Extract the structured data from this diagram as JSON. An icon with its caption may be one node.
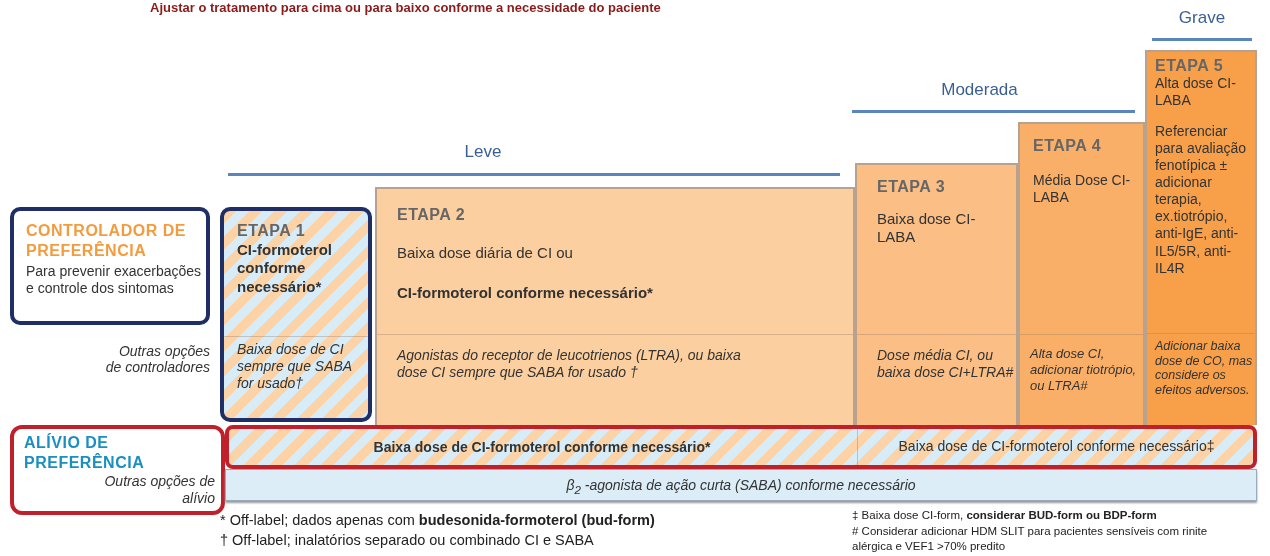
{
  "diagram": {
    "title": "Ajustar o tratamento para cima ou para baixo conforme a necessidade do paciente",
    "nodes": [
      {
        "text": [
          "CONTROLADOR DE PREFERÊNCIA",
          "Para prevenir exacerbações e controle dos sintomas"
        ]
      },
      {
        "text": [
          "ETAPA 1",
          "CI-formoterol conforme necessário*",
          "Baixa dose de CI sempre que SABA for usado†"
        ]
      },
      {
        "text": [
          "ETAPA 2",
          "Baixa dose diária de CI ou",
          "CI-formoterol conforme necessário*",
          "Agonistas do receptor de leucotrienos (LTRA), ou baixa dose CI sempre que SABA for usado †"
        ]
      },
      {
        "text": [
          "ETAPA 3",
          "Baixa dose CI-LABA",
          "Dose média CI, ou baixa dose CI+LTRA#"
        ]
      },
      {
        "text": [
          "ETAPA 4",
          "Média Dose CI-LABA",
          "Alta dose CI, adicionar tiotrópio, ou LTRA#"
        ]
      },
      {
        "text": [
          "ETAPA 5",
          "Alta dose CI-LABA",
          "Referenciar para avaliação fenotípica ± adicionar terapia, ex.tiotrópio, anti-IgE, anti-IL5/5R, anti-IL4R",
          "Adicionar baixa dose de CO, mas considere os efeitos adversos."
        ]
      },
      {
        "text": [
          "ALÍVIO DE PREFERÊNCIA",
          "Outras opções de alívio"
        ]
      },
      {
        "text": [
          "Baixa dose de CI-formoterol conforme necessário*",
          "Baixa dose de CI-formoterol conforme necessário‡"
        ]
      },
      {
        "text": [
          "β$_{2}$ -agonista de ação curta (SABA) conforme necessário"
        ]
      }
    ],
    "labels": [
      "Grave",
      "Moderada",
      "Leve",
      "Outras opções de controladores",
      "* Off-label; dados apenas com **budesonida-formoterol (bud-form)**",
      "† Off-label; inalatórios separado ou combinado CI e SABA",
      "‡ Baixa dose CI-form, **considerar BUD-form ou BDP-form**",
      "# Considerar adicionar HDM SLIT para pacientes sensíveis com rinite alérgica e VEF1 >70% predito"
    ]
  }
}
